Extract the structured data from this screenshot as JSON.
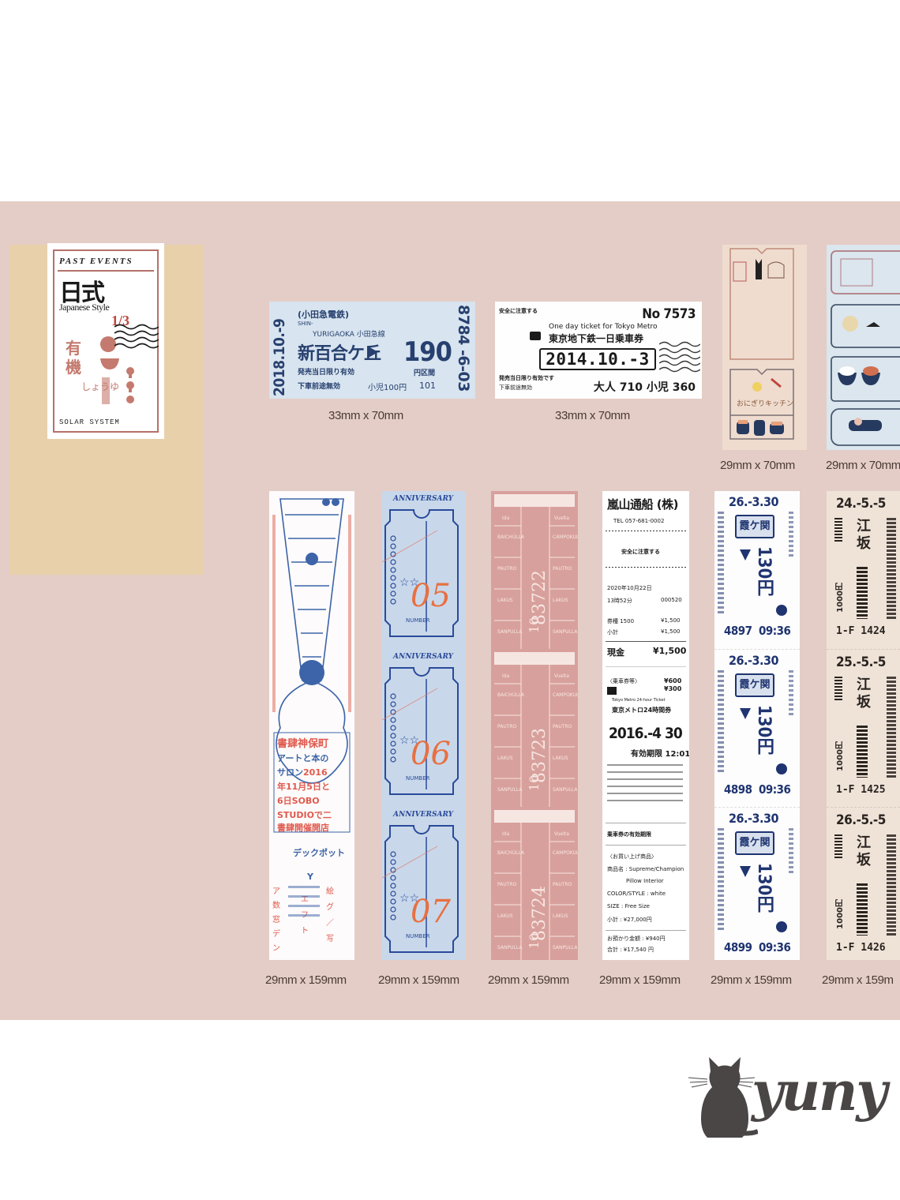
{
  "panel": {
    "background": "#e4cdc6",
    "accent_tan": "#e8d0aa"
  },
  "cover": {
    "title": "PAST  EVENTS",
    "kanji": "日式",
    "subtitle": "Japanese Style",
    "fraction": "1/3",
    "footer": "SOLAR SYSTEM"
  },
  "tickets_row1": [
    {
      "name": "odakyu-ticket",
      "vertical_date": "2018.10.-9",
      "header": "(小田急電鉄)",
      "small1": "SHIN-",
      "small2": "YURIGAOKA 小田急線",
      "station": "新百合ケ丘",
      "price": "190",
      "price_label": "円区間",
      "note1": "発売当日限り有効",
      "note2": "下車前途無効",
      "note3": "小児100円",
      "note4": "101",
      "vertical_serial": "8784 -6-03",
      "size": "33mm x 70mm"
    },
    {
      "name": "tokyo-metro-ticket",
      "top_left": "安全に注意する",
      "number": "No 7573",
      "english": "One day ticket for Tokyo Metro",
      "japanese": "東京地下鉄一日乗車券",
      "date": "2014.10.-3",
      "bottom1": "発売当日限り有効です",
      "bottom2": "下車前途無効",
      "fare": "大人 710  小児 360",
      "size": "33mm x 70mm"
    }
  ],
  "strips_row1": [
    {
      "name": "cat-kitchen-strip",
      "size": "29mm x 70mm"
    },
    {
      "name": "food-ticket-strip",
      "size": "29mm x 70mm"
    }
  ],
  "strips_row2": [
    {
      "name": "guitar-poster-strip",
      "size": "29mm x 159mm",
      "poster_lines": [
        "書肆神保町",
        "アートと本の",
        "サロン2016",
        "年11月5日と",
        "6日SOBO",
        "STUDIOで二",
        "書肆開催開店"
      ],
      "extra": "デックポット"
    },
    {
      "name": "anniversary-strip",
      "size": "29mm x 159mm",
      "heading": "ANNIVERSARY",
      "numbers": [
        "05",
        "06",
        "07"
      ],
      "footer": "NUMBER"
    },
    {
      "name": "pink-coupon-strip",
      "size": "29mm x 159mm",
      "serials": [
        "83722",
        "83723",
        "83724"
      ],
      "count": "10"
    },
    {
      "name": "receipt-strip",
      "size": "29mm x 159mm",
      "title": "嵐山通船 (株)",
      "tel": "TEL 057-681-0002",
      "caution": "安全に注意する",
      "line1": "2020年10月22日",
      "line2a": "13時52分",
      "line2b": "000520",
      "line3a": "券種 1500",
      "line3b": "¥1,500",
      "line4a": "小計",
      "line4b": "¥1,500",
      "total_label": "現金",
      "total": "¥1,500",
      "pass_label": "〈乗車券等〉",
      "pass_en": "Tokyo Metro 24-hour Ticket",
      "pass_jp": "東京メトロ24時間券",
      "pass_date": "2016.-4 30",
      "pass_time": "有効期限 12:01",
      "item_head": "〈お買い上げ商品〉",
      "item1": "商品名 : Supreme/Champion",
      "item2": "Pillow Interior",
      "item3": "COLOR/STYLE : white",
      "item4": "SIZE : Free Size",
      "item5": "小計 : ¥27,000円",
      "item6": "お預かり金額 : ¥940円",
      "item7": "合計 : ¥17,540 円"
    },
    {
      "name": "metro-ticket-strip",
      "size": "29mm x 159mm",
      "segments": [
        {
          "date": "26.-3.30",
          "station": "霞ケ関",
          "fare": "130円",
          "serial": "4897",
          "time": "09:36"
        },
        {
          "date": "26.-3.30",
          "station": "霞ケ関",
          "fare": "130円",
          "serial": "4898",
          "time": "09:36"
        },
        {
          "date": "26.-3.30",
          "station": "霞ケ関",
          "fare": "130円",
          "serial": "4899",
          "time": "09:36"
        }
      ]
    },
    {
      "name": "kanto-ticket-strip",
      "size": "29mm x 159m",
      "segments": [
        {
          "date": "24.-5.-5",
          "kanji": "江坂",
          "fare": "1000円",
          "footer": "1-F 1424"
        },
        {
          "date": "25.-5.-5",
          "kanji": "江坂",
          "fare": "1000円",
          "footer": "1-F 1425"
        },
        {
          "date": "26.-5.-5",
          "kanji": "江坂",
          "fare": "1000円",
          "footer": "1-F 1426"
        }
      ]
    }
  ],
  "logo": {
    "text": "yuny",
    "color": "#4a4646"
  }
}
